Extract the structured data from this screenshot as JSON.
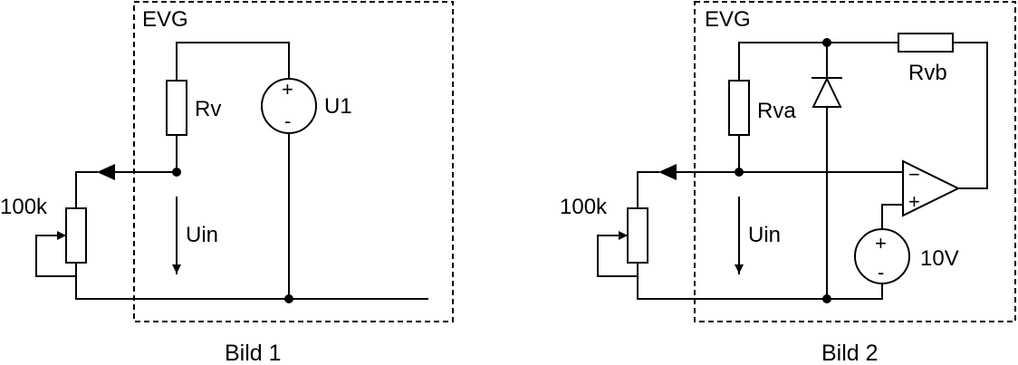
{
  "bild1": {
    "box_label": "EVG",
    "resistor_label": "Rv",
    "source_label": "U1",
    "source_plus": "+",
    "source_minus": "-",
    "pot_label": "100k",
    "voltage_label": "Uin",
    "caption": "Bild 1"
  },
  "bild2": {
    "box_label": "EVG",
    "resistor_a_label": "Rva",
    "resistor_b_label": "Rvb",
    "source_label": "10V",
    "source_plus": "+",
    "source_minus": "-",
    "opamp_minus": "−",
    "opamp_plus": "+",
    "pot_label": "100k",
    "voltage_label": "Uin",
    "caption": "Bild 2"
  }
}
